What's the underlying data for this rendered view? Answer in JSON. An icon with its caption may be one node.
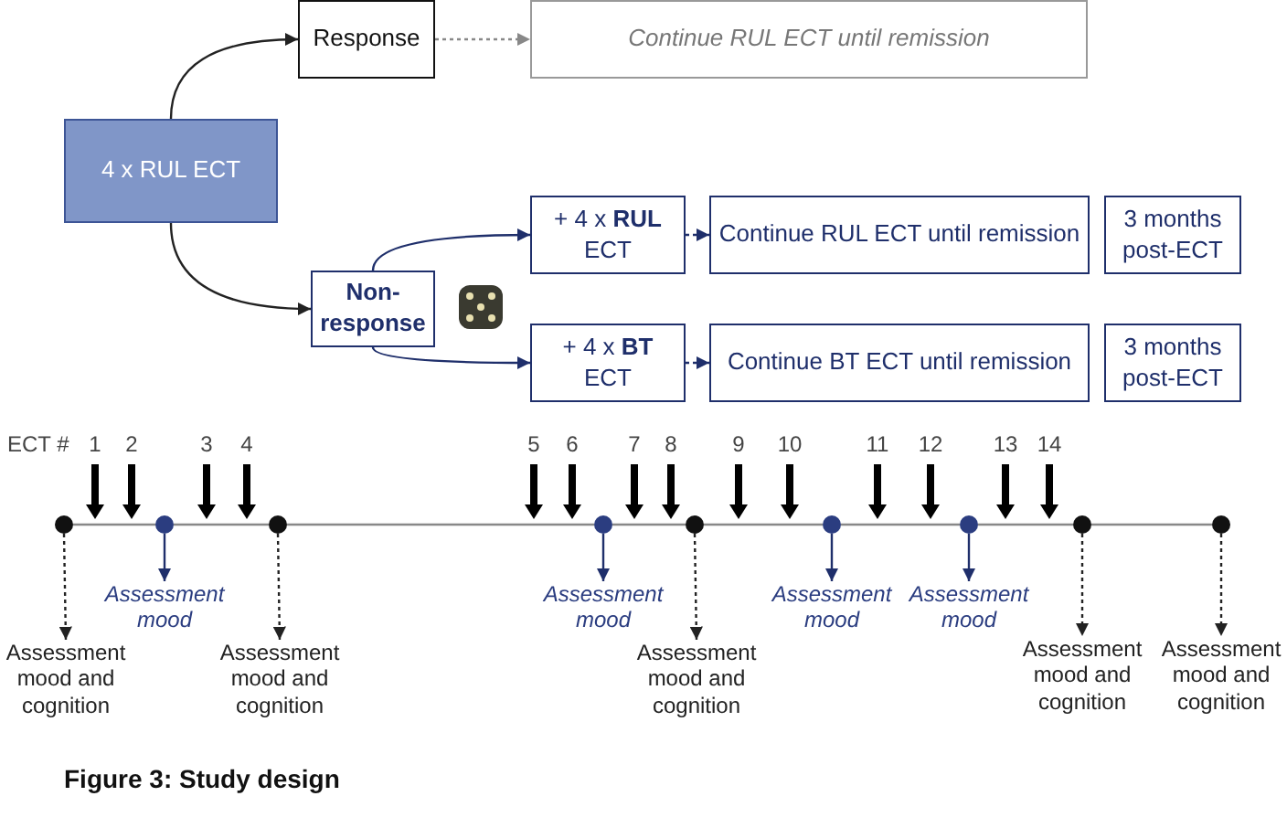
{
  "diagram": {
    "caption": "Figure 3: Study design",
    "nodes": [
      {
        "text": [
          "4 x RUL ECT"
        ]
      },
      {
        "text": [
          "Response"
        ]
      },
      {
        "text": [
          "Continue RUL ECT until remission"
        ]
      },
      {
        "text": [
          "Non-response"
        ]
      },
      {
        "text": [
          "+ 4 x **RUL** ECT"
        ]
      },
      {
        "text": [
          "Continue RUL ECT until remission"
        ]
      },
      {
        "text": [
          "3 months post-ECT"
        ]
      },
      {
        "text": [
          "+ 4 x **BT** ECT"
        ]
      },
      {
        "text": [
          "Continue BT ECT until remission"
        ]
      },
      {
        "text": [
          "3 months post-ECT"
        ]
      },
      {
        "text": [],
        "shape": "circle"
      },
      {
        "text": [],
        "shape": "circle"
      },
      {
        "text": [],
        "shape": "circle"
      },
      {
        "text": [],
        "shape": "circle"
      },
      {
        "text": [],
        "shape": "circle"
      },
      {
        "text": [],
        "shape": "circle"
      },
      {
        "text": [],
        "shape": "circle"
      },
      {
        "text": [],
        "shape": "circle"
      },
      {
        "text": [],
        "shape": "circle"
      },
      {
        "text": [
          "Assessment mood"
        ]
      },
      {
        "text": [
          "Assessment mood"
        ]
      },
      {
        "text": [
          "Assessment mood"
        ]
      },
      {
        "text": [
          "Assessment mood"
        ]
      },
      {
        "text": [
          "Assessment mood and cognition"
        ]
      },
      {
        "text": [
          "Assessment mood and cognition"
        ]
      },
      {
        "text": [
          "Assessment mood and cognition"
        ]
      },
      {
        "text": [
          "Assessment mood and cognition"
        ]
      },
      {
        "text": [
          "Assessment mood and cognition"
        ]
      }
    ],
    "edges": [
      {
        "from": 0,
        "to": 1,
        "arrow": "to",
        "color": "#222222"
      },
      {
        "from": 1,
        "to": 2,
        "arrow": "to",
        "style": "dashed"
      },
      {
        "from": 0,
        "to": 3,
        "arrow": "to",
        "color": "#222222"
      },
      {
        "from": 3,
        "to": 4,
        "arrow": "to",
        "color": "#1f2f6b"
      },
      {
        "from": 3,
        "to": 7,
        "arrow": "to",
        "color": "#1f2f6b"
      },
      {
        "from": 4,
        "to": 5,
        "arrow": "to",
        "style": "dashed",
        "color": "#1f2f6b"
      },
      {
        "from": 7,
        "to": 8,
        "arrow": "to",
        "style": "dashed",
        "color": "#1f2f6b"
      },
      {
        "from": 10,
        "to": 23,
        "arrow": "to",
        "style": "dashed",
        "color": "#222222"
      },
      {
        "from": 11,
        "to": 19,
        "arrow": "to",
        "color": "#1f2f6b"
      },
      {
        "from": 12,
        "to": 24,
        "arrow": "to",
        "style": "dashed",
        "color": "#222222"
      },
      {
        "from": 13,
        "to": 20,
        "arrow": "to",
        "color": "#1f2f6b"
      },
      {
        "from": 14,
        "to": 25,
        "arrow": "to",
        "style": "dashed",
        "color": "#222222"
      },
      {
        "from": 15,
        "to": 21,
        "arrow": "to",
        "color": "#1f2f6b"
      },
      {
        "from": 16,
        "to": 22,
        "arrow": "to",
        "color": "#1f2f6b"
      },
      {
        "from": 17,
        "to": 26,
        "arrow": "to",
        "style": "dashed",
        "color": "#222222"
      },
      {
        "from": 18,
        "to": 27,
        "arrow": "to",
        "style": "dashed",
        "color": "#222222"
      },
      {
        "from": 10,
        "to": 11,
        "arrow": "none"
      },
      {
        "from": 11,
        "to": 12,
        "arrow": "none"
      },
      {
        "from": 12,
        "to": 13,
        "arrow": "none"
      },
      {
        "from": 13,
        "to": 14,
        "arrow": "none"
      },
      {
        "from": 14,
        "to": 15,
        "arrow": "none"
      },
      {
        "from": 15,
        "to": 16,
        "arrow": "none"
      },
      {
        "from": 16,
        "to": 17,
        "arrow": "none"
      },
      {
        "from": 17,
        "to": 18,
        "arrow": "none"
      }
    ],
    "labels": [
      "ECT #",
      "1",
      "2",
      "3",
      "4",
      "5",
      "6",
      "7",
      "8",
      "9",
      "10",
      "11",
      "12",
      "13",
      "14"
    ]
  }
}
